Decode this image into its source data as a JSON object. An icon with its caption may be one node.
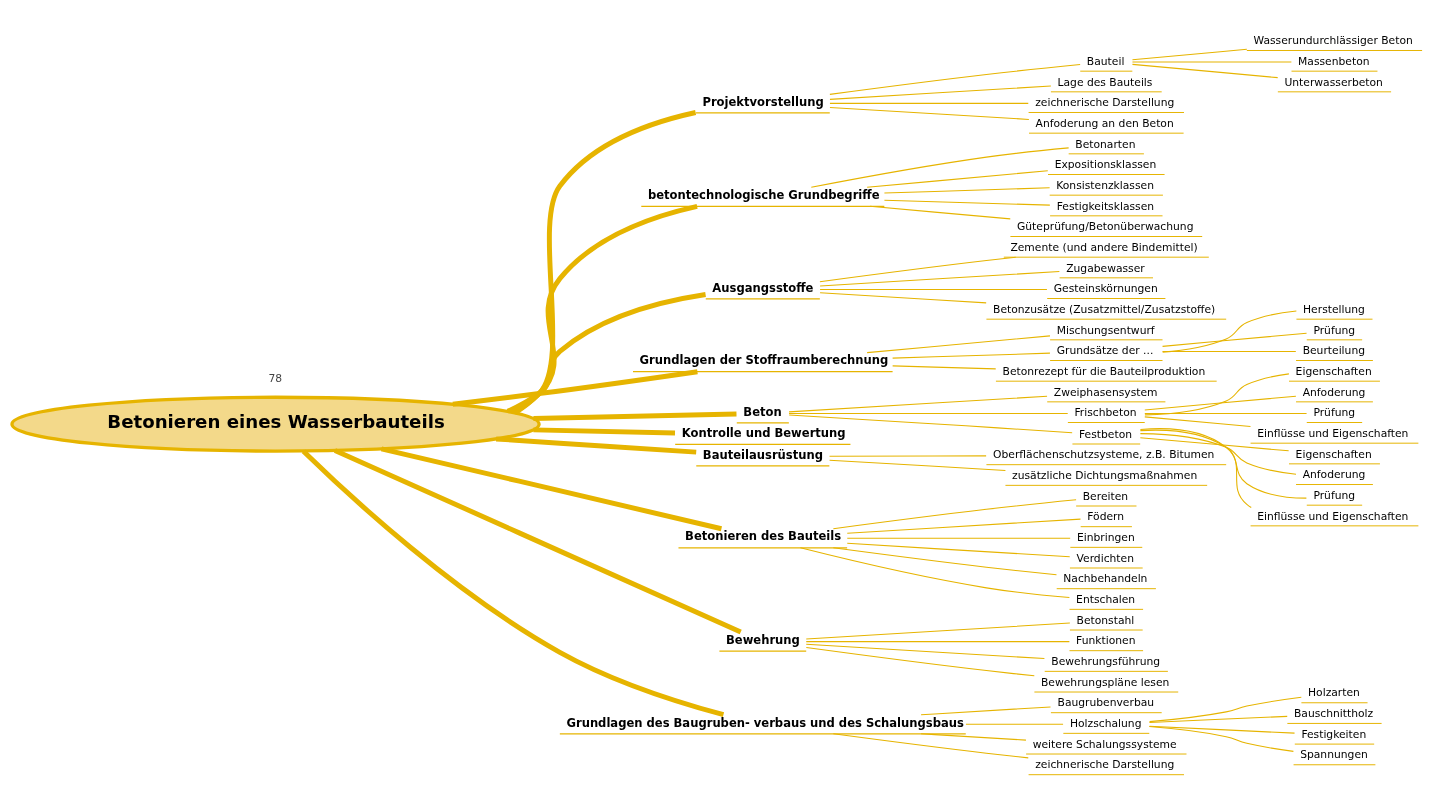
{
  "diagram": {
    "nodes": [
      {
        "text": [
          "Betonieren eines Wasserbauteils"
        ]
      },
      {
        "text": [
          "Projektvorstellung"
        ]
      },
      {
        "text": [
          "Bauteil"
        ]
      },
      {
        "text": [
          "Wasserundurchlässiger Beton"
        ]
      },
      {
        "text": [
          "Massenbeton"
        ]
      },
      {
        "text": [
          "Unterwasserbeton"
        ]
      },
      {
        "text": [
          "Lage des Bauteils"
        ]
      },
      {
        "text": [
          "zeichnerische Darstellung"
        ]
      },
      {
        "text": [
          "Anfoderung an den Beton"
        ]
      },
      {
        "text": [
          "betontechnologische Grundbegriffe"
        ]
      },
      {
        "text": [
          "Betonarten"
        ]
      },
      {
        "text": [
          "Expositionsklassen"
        ]
      },
      {
        "text": [
          "Konsistenzklassen"
        ]
      },
      {
        "text": [
          "Festigkeitsklassen"
        ]
      },
      {
        "text": [
          "Güteprüfung/Betonüberwachung"
        ]
      },
      {
        "text": [
          "Ausgangsstoffe"
        ]
      },
      {
        "text": [
          "Zemente (und andere Bindemittel)"
        ]
      },
      {
        "text": [
          "Zugabewasser"
        ]
      },
      {
        "text": [
          "Gesteinskörnungen"
        ]
      },
      {
        "text": [
          "Betonzusätze (Zusatzmittel/Zusatzstoffe)"
        ]
      },
      {
        "text": [
          "Grundlagen der Stoffraumberechnung"
        ]
      },
      {
        "text": [
          "Mischungsentwurf"
        ]
      },
      {
        "text": [
          "Grundsätze der ..."
        ]
      },
      {
        "text": [
          "Herstellung"
        ]
      },
      {
        "text": [
          "Prüfung"
        ]
      },
      {
        "text": [
          "Beurteilung"
        ]
      },
      {
        "text": [
          "Betonrezept für die Bauteilproduktion"
        ]
      },
      {
        "text": [
          "Beton"
        ]
      },
      {
        "text": [
          "Zweiphasensystem"
        ]
      },
      {
        "text": [
          "Frischbeton"
        ]
      },
      {
        "text": [
          "Eigenschaften"
        ]
      },
      {
        "text": [
          "Anfoderung"
        ]
      },
      {
        "text": [
          "Prüfung"
        ]
      },
      {
        "text": [
          "Einflüsse und Eigenschaften"
        ]
      },
      {
        "text": [
          "Festbeton"
        ]
      },
      {
        "text": [
          "Eigenschaften"
        ]
      },
      {
        "text": [
          "Anfoderung"
        ]
      },
      {
        "text": [
          "Prüfung"
        ]
      },
      {
        "text": [
          "Einflüsse und Eigenschaften"
        ]
      },
      {
        "text": [
          "Kontrolle und Bewertung"
        ]
      },
      {
        "text": [
          "Bauteilausrüstung"
        ]
      },
      {
        "text": [
          "Oberflächenschutzsysteme, z.B. Bitumen"
        ]
      },
      {
        "text": [
          "zusätzliche Dichtungsmaßnahmen"
        ]
      },
      {
        "text": [
          "Betonieren des Bauteils"
        ]
      },
      {
        "text": [
          "Bereiten"
        ]
      },
      {
        "text": [
          "Födern"
        ]
      },
      {
        "text": [
          "Einbringen"
        ]
      },
      {
        "text": [
          "Verdichten"
        ]
      },
      {
        "text": [
          "Nachbehandeln"
        ]
      },
      {
        "text": [
          "Entschalen"
        ]
      },
      {
        "text": [
          "Bewehrung"
        ]
      },
      {
        "text": [
          "Betonstahl"
        ]
      },
      {
        "text": [
          "Funktionen"
        ]
      },
      {
        "text": [
          "Bewehrungsführung"
        ]
      },
      {
        "text": [
          "Bewehrungspläne lesen"
        ]
      },
      {
        "text": [
          "Grundlagen des Baugruben- verbaus und des Schalungsbaus"
        ]
      },
      {
        "text": [
          "Baugrubenverbau"
        ]
      },
      {
        "text": [
          "Holzschalung"
        ]
      },
      {
        "text": [
          "Holzarten"
        ]
      },
      {
        "text": [
          "Bauschnittholz"
        ]
      },
      {
        "text": [
          "Festigkeiten"
        ]
      },
      {
        "text": [
          "Spannungen"
        ]
      },
      {
        "text": [
          "weitere Schalungssysteme"
        ]
      },
      {
        "text": [
          "zeichnerische Darstellung"
        ]
      }
    ],
    "edges": [
      {
        "from": 0,
        "to": 1,
        "arrow": "none",
        "style": "thick"
      },
      {
        "from": 1,
        "to": 2,
        "arrow": "none"
      },
      {
        "from": 2,
        "to": 3,
        "arrow": "none"
      },
      {
        "from": 2,
        "to": 4,
        "arrow": "none"
      },
      {
        "from": 2,
        "to": 5,
        "arrow": "none"
      },
      {
        "from": 1,
        "to": 6,
        "arrow": "none"
      },
      {
        "from": 1,
        "to": 7,
        "arrow": "none"
      },
      {
        "from": 1,
        "to": 8,
        "arrow": "none"
      },
      {
        "from": 0,
        "to": 9,
        "arrow": "none",
        "style": "thick"
      },
      {
        "from": 9,
        "to": 10,
        "arrow": "none"
      },
      {
        "from": 9,
        "to": 11,
        "arrow": "none"
      },
      {
        "from": 9,
        "to": 12,
        "arrow": "none"
      },
      {
        "from": 9,
        "to": 13,
        "arrow": "none"
      },
      {
        "from": 9,
        "to": 14,
        "arrow": "none"
      },
      {
        "from": 0,
        "to": 15,
        "arrow": "none",
        "style": "thick"
      },
      {
        "from": 15,
        "to": 16,
        "arrow": "none"
      },
      {
        "from": 15,
        "to": 17,
        "arrow": "none"
      },
      {
        "from": 15,
        "to": 18,
        "arrow": "none"
      },
      {
        "from": 15,
        "to": 19,
        "arrow": "none"
      },
      {
        "from": 0,
        "to": 20,
        "arrow": "none",
        "style": "thick"
      },
      {
        "from": 20,
        "to": 21,
        "arrow": "none"
      },
      {
        "from": 20,
        "to": 22,
        "arrow": "none"
      },
      {
        "from": 22,
        "to": 23,
        "arrow": "none"
      },
      {
        "from": 22,
        "to": 24,
        "arrow": "none"
      },
      {
        "from": 22,
        "to": 25,
        "arrow": "none"
      },
      {
        "from": 20,
        "to": 26,
        "arrow": "none"
      },
      {
        "from": 0,
        "to": 27,
        "arrow": "none",
        "style": "thick"
      },
      {
        "from": 27,
        "to": 28,
        "arrow": "none"
      },
      {
        "from": 27,
        "to": 29,
        "arrow": "none"
      },
      {
        "from": 29,
        "to": 30,
        "arrow": "none"
      },
      {
        "from": 29,
        "to": 31,
        "arrow": "none"
      },
      {
        "from": 29,
        "to": 32,
        "arrow": "none"
      },
      {
        "from": 29,
        "to": 33,
        "arrow": "none"
      },
      {
        "from": 27,
        "to": 34,
        "arrow": "none"
      },
      {
        "from": 34,
        "to": 35,
        "arrow": "none"
      },
      {
        "from": 34,
        "to": 36,
        "arrow": "none"
      },
      {
        "from": 34,
        "to": 37,
        "arrow": "none"
      },
      {
        "from": 34,
        "to": 38,
        "arrow": "none"
      },
      {
        "from": 0,
        "to": 39,
        "arrow": "none",
        "style": "thick"
      },
      {
        "from": 0,
        "to": 40,
        "arrow": "none",
        "style": "thick"
      },
      {
        "from": 40,
        "to": 41,
        "arrow": "none"
      },
      {
        "from": 40,
        "to": 42,
        "arrow": "none"
      },
      {
        "from": 0,
        "to": 43,
        "arrow": "none",
        "style": "thick"
      },
      {
        "from": 43,
        "to": 44,
        "arrow": "none"
      },
      {
        "from": 43,
        "to": 45,
        "arrow": "none"
      },
      {
        "from": 43,
        "to": 46,
        "arrow": "none"
      },
      {
        "from": 43,
        "to": 47,
        "arrow": "none"
      },
      {
        "from": 43,
        "to": 48,
        "arrow": "none"
      },
      {
        "from": 43,
        "to": 49,
        "arrow": "none"
      },
      {
        "from": 0,
        "to": 50,
        "arrow": "none",
        "style": "thick"
      },
      {
        "from": 50,
        "to": 51,
        "arrow": "none"
      },
      {
        "from": 50,
        "to": 52,
        "arrow": "none"
      },
      {
        "from": 50,
        "to": 53,
        "arrow": "none"
      },
      {
        "from": 50,
        "to": 54,
        "arrow": "none"
      },
      {
        "from": 0,
        "to": 55,
        "arrow": "none",
        "style": "thick"
      },
      {
        "from": 55,
        "to": 56,
        "arrow": "none"
      },
      {
        "from": 55,
        "to": 57,
        "arrow": "none"
      },
      {
        "from": 57,
        "to": 58,
        "arrow": "none"
      },
      {
        "from": 57,
        "to": 59,
        "arrow": "none"
      },
      {
        "from": 57,
        "to": 60,
        "arrow": "none"
      },
      {
        "from": 57,
        "to": 61,
        "arrow": "none"
      },
      {
        "from": 55,
        "to": 62,
        "arrow": "none"
      },
      {
        "from": 55,
        "to": 63,
        "arrow": "none"
      }
    ],
    "labels": [
      "78"
    ]
  }
}
